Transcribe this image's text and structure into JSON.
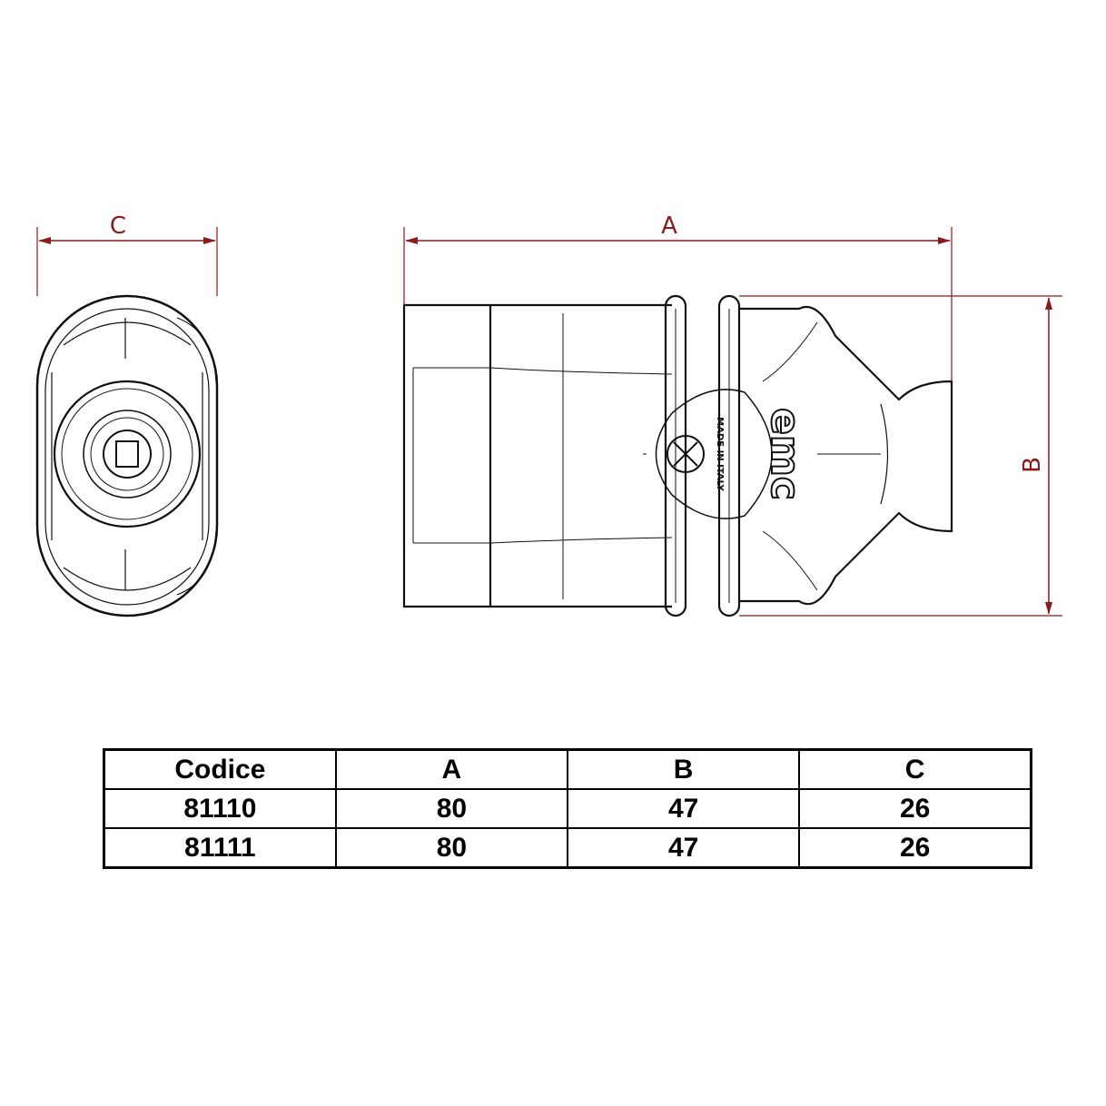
{
  "drawing": {
    "dimension_labels": {
      "a": "A",
      "b": "B",
      "c": "C"
    },
    "logo_text": "emc",
    "badge_text": "MADE IN ITALY",
    "colors": {
      "dimension": "#8b1a1a",
      "outline": "#111111"
    }
  },
  "table": {
    "headers": [
      "Codice",
      "A",
      "B",
      "C"
    ],
    "rows": [
      [
        "81110",
        "80",
        "47",
        "26"
      ],
      [
        "81111",
        "80",
        "47",
        "26"
      ]
    ]
  }
}
